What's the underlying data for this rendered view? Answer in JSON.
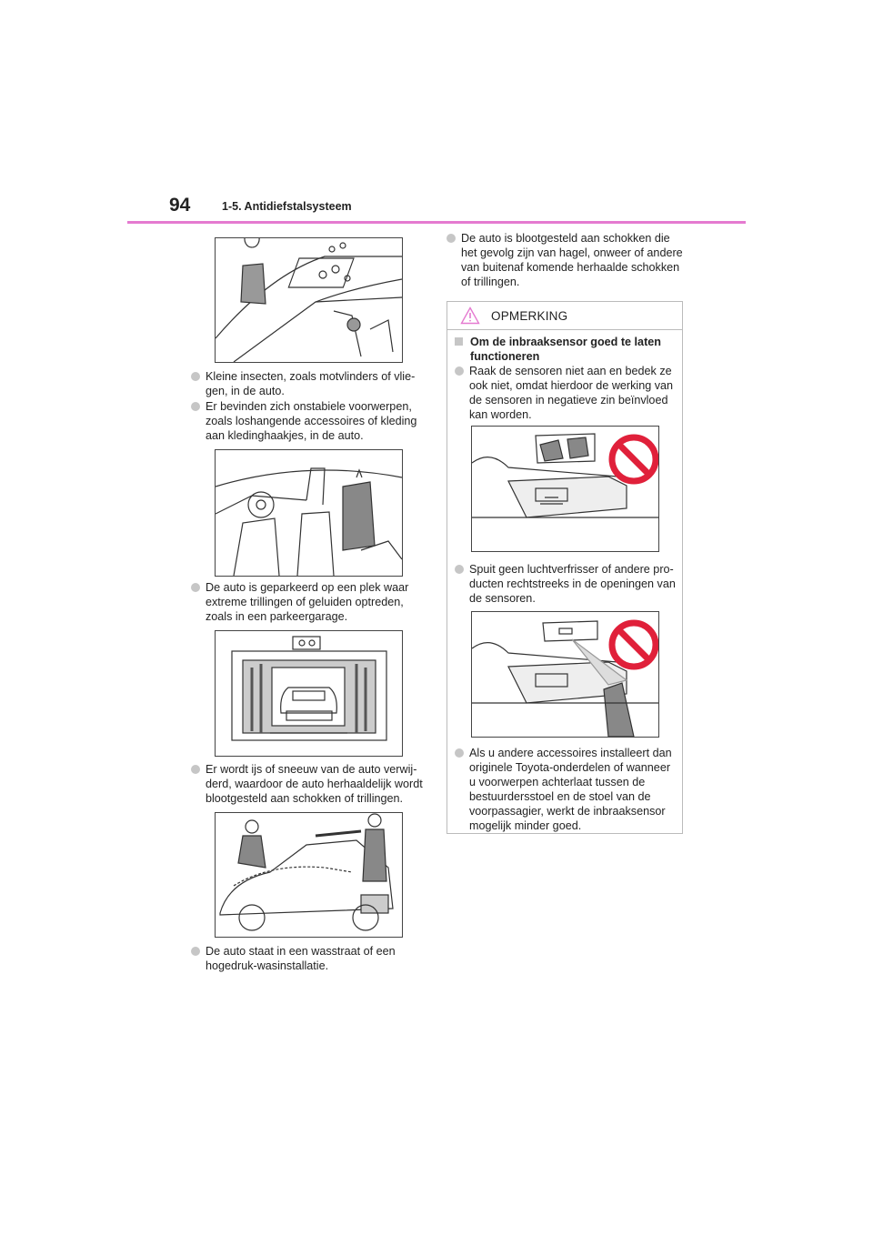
{
  "header": {
    "page_number": "94",
    "section_title": "1-5. Antidiefstalsysteem"
  },
  "left_column": {
    "bullets": [
      "Kleine insecten, zoals motvlinders of vlie-gen, in de auto.",
      "Er bevinden zich onstabiele voorwerpen, zoals loshangende accessoires of kleding aan kledinghaakjes, in de auto.",
      "De auto is geparkeerd op een plek waar extreme trillingen of geluiden optreden, zoals in een parkeergarage.",
      "Er wordt ijs of sneeuw van de auto verwij-derd, waardoor de auto herhaaldelijk wordt blootgesteld aan schokken of trillingen.",
      "De auto staat in een wasstraat of een hogedruk-wasinstallatie."
    ]
  },
  "right_column": {
    "bullet": "De auto is blootgesteld aan schokken die het gevolg zijn van hagel, onweer of andere van buitenaf komende herhaalde schokken of trillingen.",
    "note": {
      "label": "OPMERKING",
      "subheading": "Om de inbraaksensor goed te laten functioneren",
      "bullets": [
        "Raak de sensoren niet aan en bedek ze ook niet, omdat hierdoor de werking van de sensoren in negatieve zin beïnvloed kan worden.",
        "Spuit geen luchtverfrisser of andere pro-ducten rechtstreeks in de openingen van de sensoren.",
        "Als u andere accessoires installeert dan originele Toyota-onderdelen of wanneer u voorwerpen achterlaat tussen de bestuurdersstoel en de stoel van de voorpassagier, werkt de inbraaksensor mogelijk minder goed."
      ]
    }
  },
  "colors": {
    "header_rule": "#e57ad0",
    "bullet": "#c6c6c6",
    "prohibition": "#e0203a"
  },
  "icons": [
    "warning-triangle-icon",
    "prohibition-icon"
  ]
}
